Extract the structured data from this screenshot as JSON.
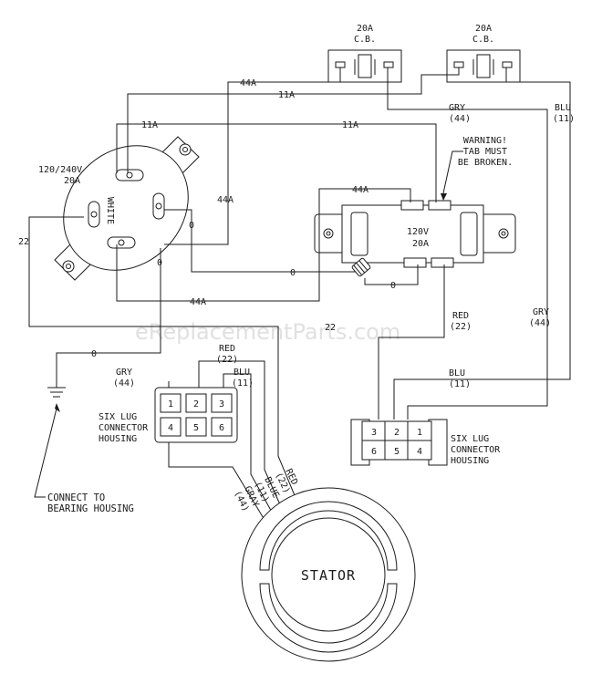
{
  "watermark": "eReplacementParts.com",
  "breakers": {
    "left": {
      "rating": "20A",
      "type": "C.B."
    },
    "right": {
      "rating": "20A",
      "type": "C.B."
    }
  },
  "receptacle_240": {
    "voltage": "120/240V",
    "rating": "20A",
    "terminal_mark": "WHITE"
  },
  "receptacle_120": {
    "voltage": "120V",
    "rating": "20A"
  },
  "warning": {
    "line1": "WARNING!",
    "line2": "TAB MUST",
    "line3": "BE BROKEN."
  },
  "wires": {
    "w44a_top": "44A",
    "w11a_top": "11A",
    "w11a_left": "11A",
    "w11a_mid": "11A",
    "w44a_vert": "44A",
    "w44a_rcpt": "44A",
    "w0_left": "0",
    "w0_mid": "0",
    "w0_rcpt": "0",
    "w0_vert": "0",
    "w44a_bottom": "44A",
    "w22_left": "22",
    "w22_bottom": "22",
    "w0_ground": "0",
    "gry_top": "GRY",
    "gry_top_num": "(44)",
    "blu_top": "BLU",
    "blu_top_num": "(11)",
    "gry_right": "GRY",
    "gry_right_num": "(44)",
    "red_mid": "RED",
    "red_mid_num": "(22)",
    "blu_mid": "BLU",
    "blu_mid_num": "(11)",
    "red_left": "RED",
    "red_left_num": "(22)",
    "gry_left": "GRY",
    "gry_left_num": "(44)",
    "blu_left": "BLU",
    "blu_left_num": "(11)"
  },
  "connector_left": {
    "label1": "SIX LUG",
    "label2": "CONNECTOR",
    "label3": "HOUSING",
    "pins_top": [
      "1",
      "2",
      "3"
    ],
    "pins_bottom": [
      "4",
      "5",
      "6"
    ]
  },
  "connector_right": {
    "label1": "SIX LUG",
    "label2": "CONNECTOR",
    "label3": "HOUSING",
    "pins_top": [
      "3",
      "2",
      "1"
    ],
    "pins_bottom": [
      "6",
      "5",
      "4"
    ]
  },
  "ground": {
    "line1": "CONNECT TO",
    "line2": "BEARING HOUSING"
  },
  "stator": {
    "label": "STATOR",
    "lead_red": "RED",
    "lead_red_num": "(22)",
    "lead_blue": "BLUE",
    "lead_blue_num": "(11)",
    "lead_gray": "GRAY",
    "lead_gray_num": "(44)"
  }
}
